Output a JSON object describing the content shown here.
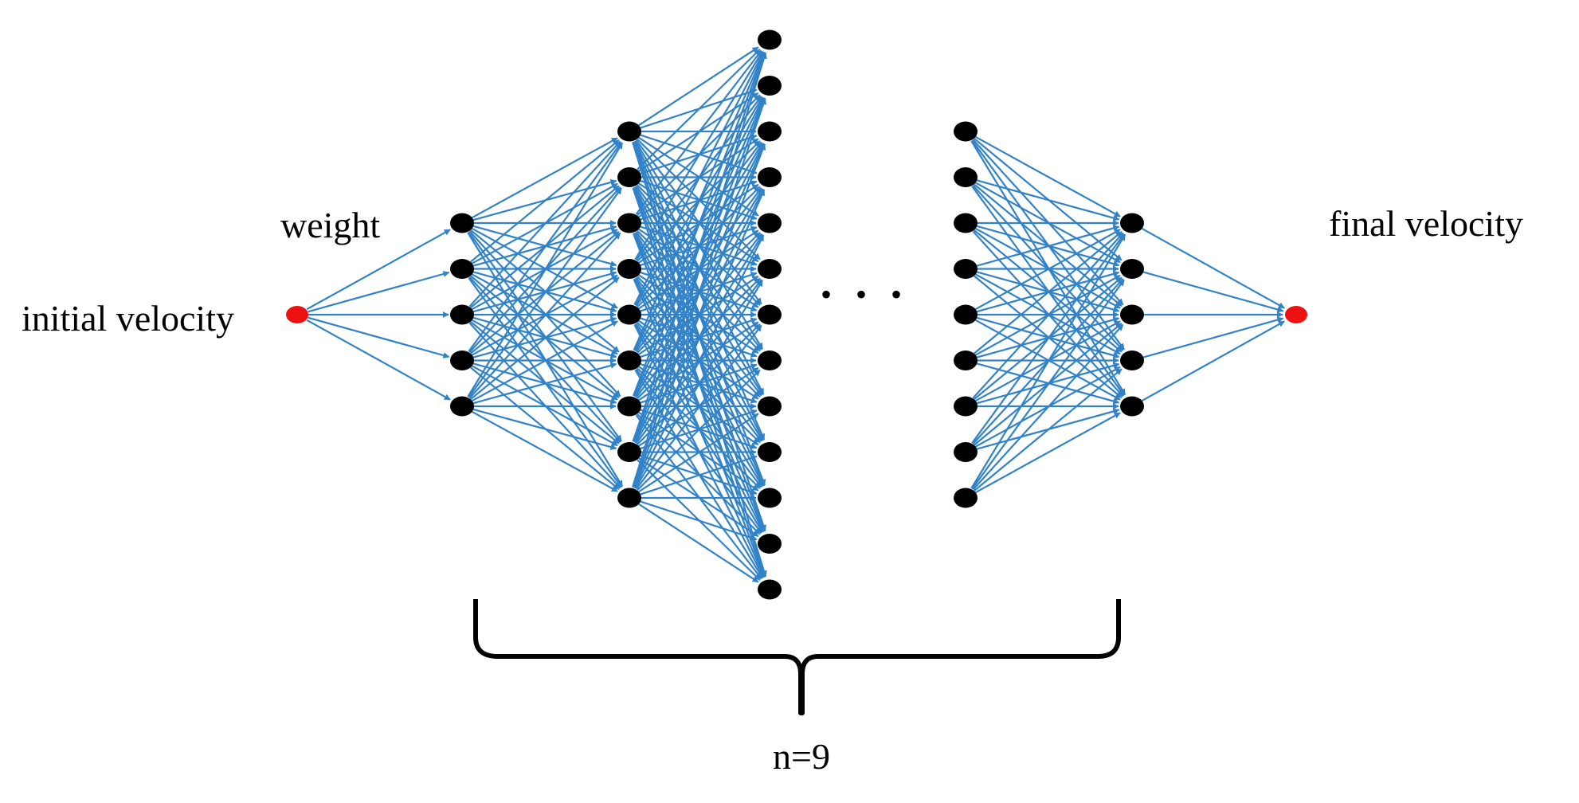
{
  "labels": {
    "input": "initial velocity",
    "output": "final velocity",
    "weight": "weight",
    "ellipsis": "• • •",
    "brace_note": "n=9"
  },
  "network": {
    "layer_node_counts": [
      1,
      5,
      9,
      13,
      9,
      5,
      1
    ],
    "break_after_layer": 3,
    "connectivity": "fully-connected"
  },
  "colors": {
    "edge": "#3282c8",
    "node": "#000000",
    "io_node": "#ee1111",
    "text": "#000000"
  }
}
